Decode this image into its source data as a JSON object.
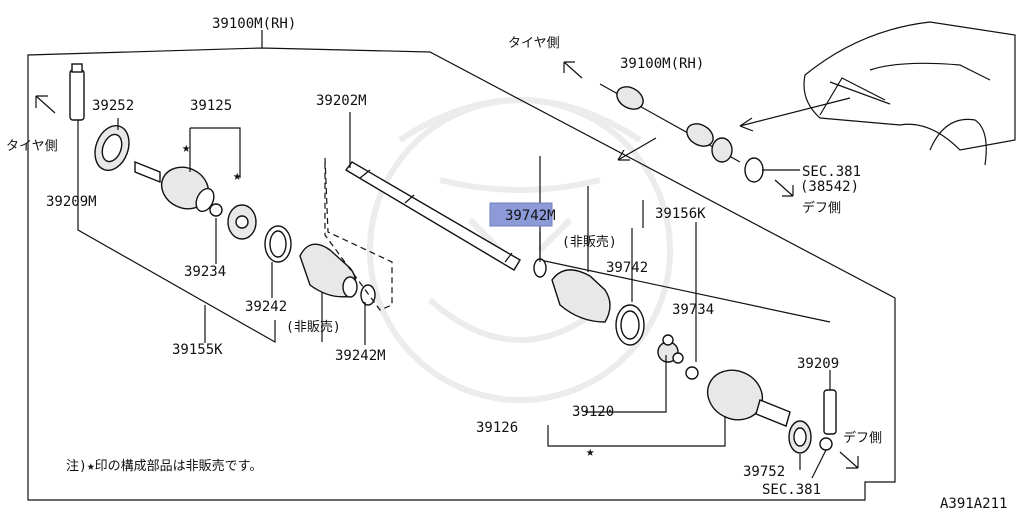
{
  "labels": {
    "assembly_main": "39100M(RH)",
    "assembly_inset": "39100M(RH)",
    "tire_side_left": "タイヤ側",
    "tire_side_inset": "タイヤ側",
    "diff_side_inset": "デフ側",
    "diff_side_right": "デフ側",
    "p39252": "39252",
    "p39125": "39125",
    "p39202m": "39202M",
    "p39209m": "39209M",
    "p39234": "39234",
    "p39242": "39242",
    "not_for_sale_1": "(非販売)",
    "p39242m": "39242M",
    "p39155k": "39155K",
    "p39742m": "39742M",
    "not_for_sale_2": "(非販売)",
    "p39156k": "39156K",
    "p39742": "39742",
    "p39734": "39734",
    "p39209": "39209",
    "p39120": "39120",
    "p39126": "39126",
    "p39752": "39752",
    "sec381_bottom": "SEC.381",
    "sec381_inset": "SEC.381",
    "p38542": "(38542)",
    "note": "注)★印の構成部品は非販売です。",
    "diagram_code": "A391A211",
    "star": "★"
  },
  "highlight": {
    "color": "#8c9ad8",
    "part": "39742M"
  }
}
